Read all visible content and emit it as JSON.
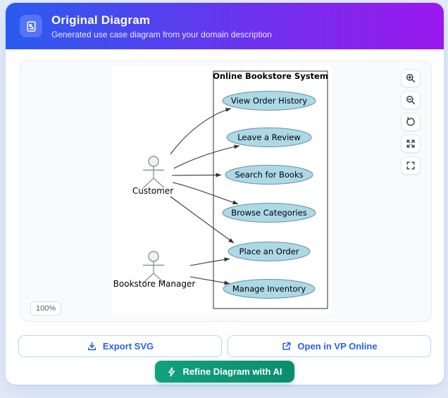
{
  "header": {
    "title": "Original Diagram",
    "subtitle": "Generated use case diagram from your domain description",
    "icon": "diagram-file-icon"
  },
  "diagram": {
    "system_label": "Online Bookstore System",
    "actors": [
      {
        "name": "Customer"
      },
      {
        "name": "Bookstore Manager"
      }
    ],
    "use_cases": [
      {
        "label": "View Order History"
      },
      {
        "label": "Leave a Review"
      },
      {
        "label": "Search for Books"
      },
      {
        "label": "Browse Categories"
      },
      {
        "label": "Place an Order"
      },
      {
        "label": "Manage Inventory"
      }
    ],
    "associations": [
      {
        "from": "Customer",
        "to": "View Order History"
      },
      {
        "from": "Customer",
        "to": "Leave a Review"
      },
      {
        "from": "Customer",
        "to": "Search for Books"
      },
      {
        "from": "Customer",
        "to": "Browse Categories"
      },
      {
        "from": "Customer",
        "to": "Place an Order"
      },
      {
        "from": "Bookstore Manager",
        "to": "Place an Order"
      },
      {
        "from": "Bookstore Manager",
        "to": "Manage Inventory"
      }
    ]
  },
  "viewer": {
    "zoom_level": "100%",
    "controls": [
      {
        "name": "zoom-in"
      },
      {
        "name": "zoom-out"
      },
      {
        "name": "reset-view"
      },
      {
        "name": "expand"
      },
      {
        "name": "fullscreen"
      }
    ]
  },
  "actions": {
    "export_svg_label": "Export SVG",
    "open_vp_label": "Open in VP Online",
    "refine_label": "Refine Diagram with AI"
  },
  "colors": {
    "header_gradient_start": "#2a5bf0",
    "header_gradient_end": "#9c18ee",
    "accent_blue": "#2563eb",
    "refine_teal": "#0f9b78",
    "usecase_fill": "#add8e6",
    "usecase_stroke": "#6b8fa3",
    "panel_bg": "#f8fafc",
    "page_bg": "#e2ebf8"
  }
}
